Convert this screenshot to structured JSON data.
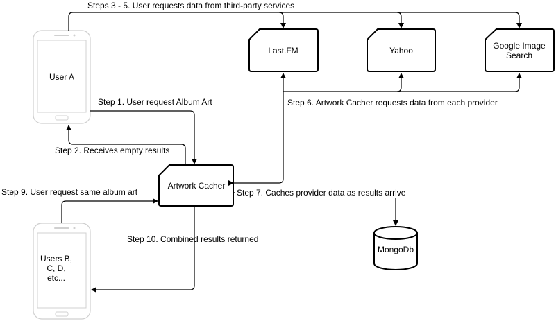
{
  "nodes": {
    "user_a": "User A",
    "users_bcd": [
      "Users B,",
      "C, D,",
      "etc..."
    ],
    "artwork_cacher": "Artwork Cacher",
    "lastfm": "Last.FM",
    "yahoo": "Yahoo",
    "google": [
      "Google Image",
      "Search"
    ],
    "mongodb": "MongoDb"
  },
  "steps": {
    "s1": "Step 1. User request Album Art",
    "s2": "Step 2. Receives empty results",
    "s3_5": "Steps 3 - 5.  User requests data from third-party services",
    "s6": "Step 6. Artwork Cacher requests data from each provider",
    "s7": "Step 7. Caches provider data as results arrive",
    "s9": "Step 9. User request same album art",
    "s10": "Step 10. Combined results returned"
  }
}
